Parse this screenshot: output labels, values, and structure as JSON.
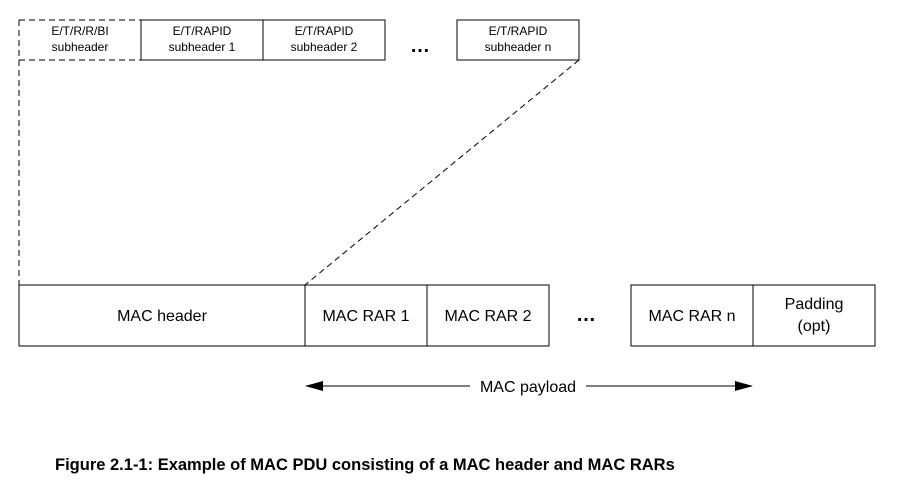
{
  "subheaders": [
    {
      "line1": "E/T/R/R/BI",
      "line2": "subheader"
    },
    {
      "line1": "E/T/RAPID",
      "line2": "subheader 1"
    },
    {
      "line1": "E/T/RAPID",
      "line2": "subheader 2"
    },
    {
      "line1": "E/T/RAPID",
      "line2": "subheader n"
    }
  ],
  "subheader_ellipsis": "…",
  "pdu": {
    "mac_header": "MAC header",
    "rar1": "MAC RAR 1",
    "rar2": "MAC RAR 2",
    "ellipsis": "…",
    "rarn": "MAC RAR n",
    "padding_line1": "Padding",
    "padding_line2": "(opt)"
  },
  "payload_label": "MAC payload",
  "caption": "Figure 2.1-1: Example of MAC PDU consisting of a MAC header and MAC RARs",
  "colors": {
    "stroke": "#000000",
    "background": "#ffffff"
  }
}
